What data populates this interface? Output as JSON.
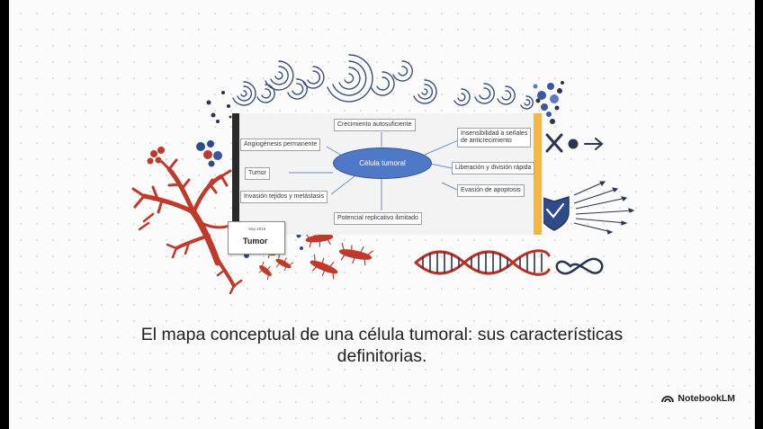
{
  "concept_map": {
    "center": "Célula tumoral",
    "nodes": {
      "top": "Crecimiento autosuficiente",
      "angiogenesis": "Angiogénesis permanente",
      "tumor": "Tumor",
      "invasion": "Invasión tejidos y metástasis",
      "replicative": "Potencial replicativo ilimitado",
      "insensitivity_line1": "Insensibilidad a señales",
      "insensitivity_line2": "de anticrecimiento",
      "liberation": "Liberación y división rápida",
      "apoptosis": "Evasión de apoptosis"
    }
  },
  "tumor_note": {
    "date": "Sep 2016",
    "label": "Tumor"
  },
  "caption": {
    "line1": "El mapa conceptual de una célula tumoral: sus características",
    "line2": "definitorias."
  },
  "brand": {
    "name": "NotebookLM",
    "icon": "notebooklm-logo-icon"
  },
  "colors": {
    "ink_blue": "#3a4f7e",
    "dark_navy": "#2a3550",
    "tumor_red": "#c0392b",
    "dna_red": "#b8322a",
    "map_center": "#4f79c6",
    "panel_orange": "#f5b83d",
    "background": "#fbfbfb"
  }
}
